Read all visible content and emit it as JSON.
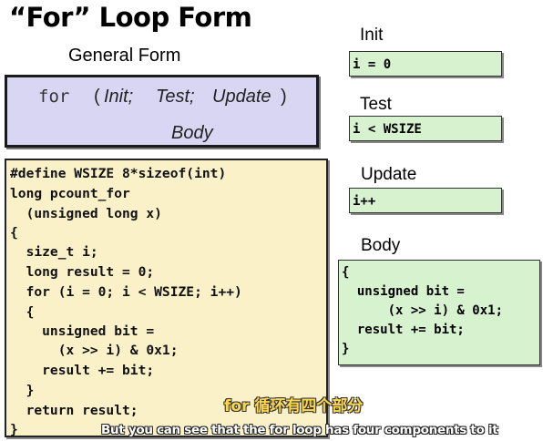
{
  "slide": {
    "title": "“For” Loop Form",
    "general_form_label": "General Form",
    "general_form": {
      "keyword": "for",
      "open_paren": "(",
      "init": "Init;",
      "test": "Test;",
      "update": "Update",
      "close_paren": ")",
      "body": "Body"
    },
    "code_lines": [
      "#define WSIZE 8*sizeof(int)",
      "long pcount_for",
      "  (unsigned long x)",
      "{",
      "  size_t i;",
      "  long result = 0;",
      "  for (i = 0; i < WSIZE; i++)",
      "  {",
      "    unsigned bit =",
      "      (x >> i) & 0x1;",
      "    result += bit;",
      "  }",
      "  return result;",
      "}"
    ],
    "parts": {
      "init_label": "Init",
      "init_code": "i = 0",
      "test_label": "Test",
      "test_code": "i < WSIZE",
      "update_label": "Update",
      "update_code": "i++",
      "body_label": "Body",
      "body_lines": [
        "{",
        "  unsigned bit =",
        "      (x >> i) & 0x1;",
        "  result += bit;",
        "}"
      ]
    }
  },
  "subtitles": {
    "chinese": "for 循环有四个部分",
    "english": "But you can see that the for loop has four components to it"
  },
  "colors": {
    "general_box_bg": "#d9d6f4",
    "code_box_bg": "#fbf1c8",
    "part_box_bg": "#d7f2cf",
    "subtitle_cn": "#ffd84a"
  }
}
